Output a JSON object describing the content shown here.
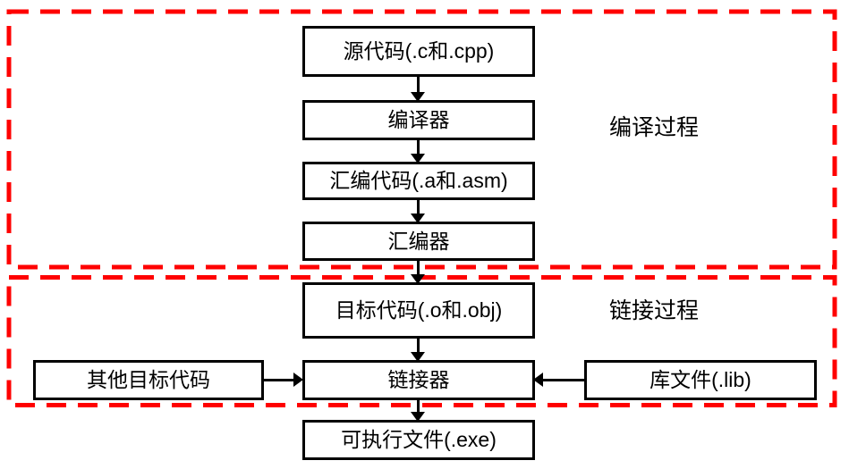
{
  "diagram": {
    "background": "#FFFFFF",
    "colors": {
      "region_border": "#FF0000",
      "box_border": "#000000",
      "arrow": "#000000",
      "text": "#000000"
    },
    "regions": [
      {
        "id": "compile",
        "label": "编译过程"
      },
      {
        "id": "link",
        "label": "链接过程"
      }
    ],
    "nodes": {
      "source": "源代码(.c和.cpp)",
      "compiler": "编译器",
      "asm_code": "汇编代码(.a和.asm)",
      "assembler": "汇编器",
      "object_code": "目标代码(.o和.obj)",
      "other_object": "其他目标代码",
      "linker": "链接器",
      "library": "库文件(.lib)",
      "executable": "可执行文件(.exe)"
    },
    "edges": [
      {
        "from": "source",
        "to": "compiler",
        "direction": "down"
      },
      {
        "from": "compiler",
        "to": "asm_code",
        "direction": "down"
      },
      {
        "from": "asm_code",
        "to": "assembler",
        "direction": "down"
      },
      {
        "from": "assembler",
        "to": "object_code",
        "direction": "down"
      },
      {
        "from": "object_code",
        "to": "linker",
        "direction": "down"
      },
      {
        "from": "other_object",
        "to": "linker",
        "direction": "right"
      },
      {
        "from": "library",
        "to": "linker",
        "direction": "left"
      },
      {
        "from": "linker",
        "to": "executable",
        "direction": "down"
      }
    ]
  }
}
